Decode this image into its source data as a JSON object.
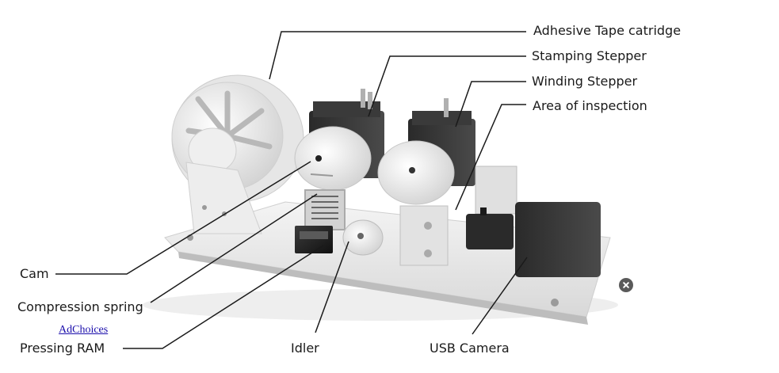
{
  "labels": {
    "adhesive_tape": "Adhesive Tape catridge",
    "stamping_stepper": "Stamping Stepper",
    "winding_stepper": "Winding Stepper",
    "area_inspection": "Area of inspection",
    "cam": "Cam",
    "compression_spring": "Compression spring",
    "pressing_ram": "Pressing RAM",
    "idler": "Idler",
    "usb_camera": "USB Camera"
  },
  "ad": {
    "adchoices": "AdChoices"
  },
  "icons": {
    "close": "close-icon"
  }
}
